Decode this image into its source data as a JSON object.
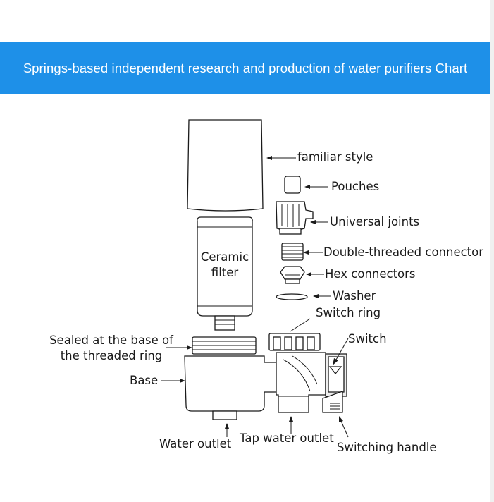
{
  "header": {
    "title": "Springs-based independent research and production of water purifiers Chart"
  },
  "diagram": {
    "filter_label": [
      "Ceramic",
      "filter"
    ],
    "labels": {
      "familiar_style": "familiar style",
      "pouches": "Pouches",
      "universal_joints": "Universal joints",
      "double_threaded_connector": "Double-threaded connector",
      "hex_connectors": "Hex connectors",
      "washer": "Washer",
      "switch_ring": "Switch ring",
      "switch": "Switch",
      "sealed_line1": "Sealed at the base of",
      "sealed_line2": "the threaded ring",
      "base": "Base",
      "water_outlet": "Water outlet",
      "tap_water_outlet": "Tap water outlet",
      "switching_handle": "Switching handle"
    }
  }
}
